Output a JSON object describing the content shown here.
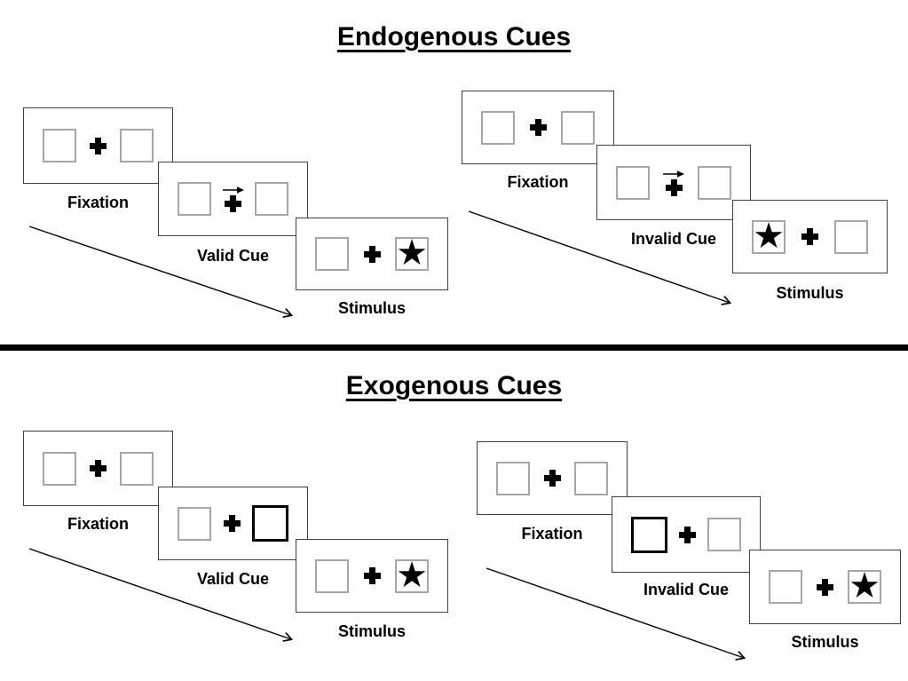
{
  "colors": {
    "background": "#ffffff",
    "panel_border": "#404040",
    "box_border": "#a6a6a6",
    "cue_box_border": "#000000",
    "ink": "#000000"
  },
  "icons": {
    "star": "★",
    "plus": "fixation-cross",
    "cue_arrow": "right-arrow"
  },
  "sections": [
    {
      "title": "Endogenous Cues",
      "sequences": [
        {
          "name": "valid-trial",
          "panels": [
            {
              "label": "Fixation",
              "left_box": "empty",
              "right_box": "empty",
              "center": "fixation-cross"
            },
            {
              "label": "Valid Cue",
              "left_box": "empty",
              "right_box": "empty",
              "center": "fixation-cross-with-right-arrow"
            },
            {
              "label": "Stimulus",
              "left_box": "empty",
              "right_box": "star",
              "center": "fixation-cross"
            }
          ]
        },
        {
          "name": "invalid-trial",
          "panels": [
            {
              "label": "Fixation",
              "left_box": "empty",
              "right_box": "empty",
              "center": "fixation-cross"
            },
            {
              "label": "Invalid Cue",
              "left_box": "empty",
              "right_box": "empty",
              "center": "fixation-cross-with-right-arrow"
            },
            {
              "label": "Stimulus",
              "left_box": "star",
              "right_box": "empty",
              "center": "fixation-cross"
            }
          ]
        }
      ]
    },
    {
      "title": "Exogenous Cues",
      "sequences": [
        {
          "name": "valid-trial",
          "panels": [
            {
              "label": "Fixation",
              "left_box": "empty",
              "right_box": "empty",
              "center": "fixation-cross"
            },
            {
              "label": "Valid Cue",
              "left_box": "empty",
              "right_box": "highlighted",
              "center": "fixation-cross"
            },
            {
              "label": "Stimulus",
              "left_box": "empty",
              "right_box": "star",
              "center": "fixation-cross"
            }
          ]
        },
        {
          "name": "invalid-trial",
          "panels": [
            {
              "label": "Fixation",
              "left_box": "empty",
              "right_box": "empty",
              "center": "fixation-cross"
            },
            {
              "label": "Invalid Cue",
              "left_box": "highlighted",
              "right_box": "empty",
              "center": "fixation-cross"
            },
            {
              "label": "Stimulus",
              "left_box": "empty",
              "right_box": "star",
              "center": "fixation-cross"
            }
          ]
        }
      ]
    }
  ]
}
